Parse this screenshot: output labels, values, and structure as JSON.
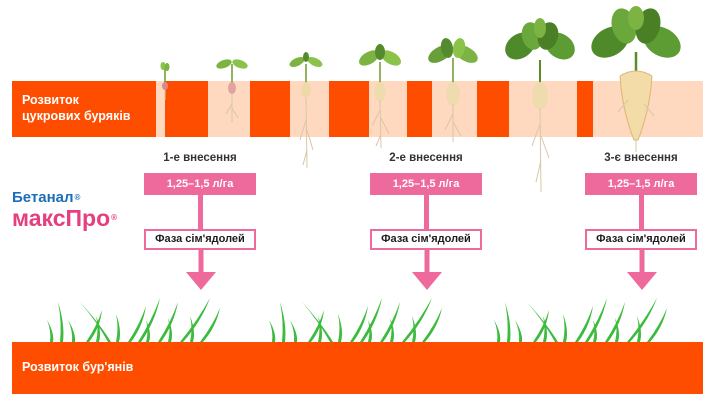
{
  "beet_band": {
    "label_line1": "Розвиток",
    "label_line2": "цукрових буряків"
  },
  "weed_band": {
    "label": "Розвиток бур'янів"
  },
  "brand": {
    "line1": "Бетанал",
    "line2": "максПро",
    "reg_mark": "®"
  },
  "applications": [
    {
      "title": "1-е внесення",
      "dose": "1,25–1,5 л/га",
      "phase": "Фаза сім'ядолей"
    },
    {
      "title": "2-е внесення",
      "dose": "1,25–1,5 л/га",
      "phase": "Фаза сім'ядолей"
    },
    {
      "title": "3-є внесення",
      "dose": "1,25–1,5 л/га",
      "phase": "Фаза сім'ядолей"
    }
  ],
  "colors": {
    "band": "#ff4d00",
    "band_light": "#ffd9bf",
    "pink": "#ef6a9c",
    "brand_blue": "#1b6fb8",
    "brand_pink": "#e4407f",
    "weed_green": "#3dbb3d"
  }
}
